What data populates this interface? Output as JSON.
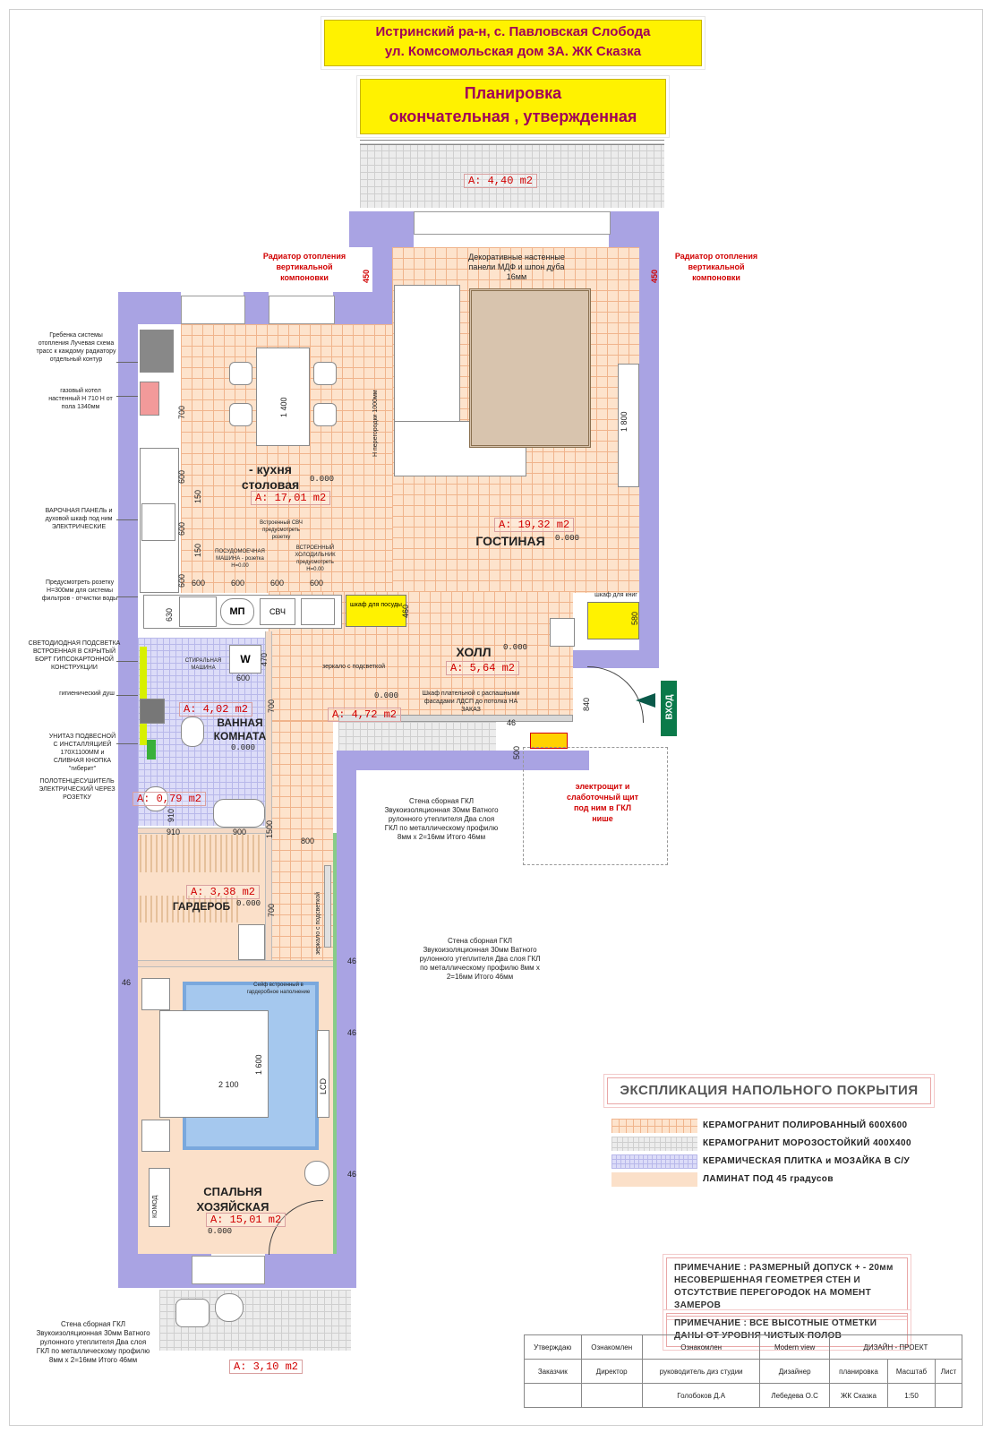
{
  "header": {
    "address_line1": "Истринский ра-н, с. Павловская Слобода",
    "address_line2": "ул. Комсомольская дом 3А. ЖК Сказка",
    "plan_title_line1": "Планировка",
    "plan_title_line2": "окончательная , утвержденная"
  },
  "rooms": {
    "balcony_top_area": "A: 4,40 m2",
    "kitchen_name_line1": "- кухня",
    "kitchen_name_line2": "столовая",
    "kitchen_area": "A: 17,01 m2",
    "kitchen_mark": "0.000",
    "living_name": "ГОСТИНАЯ",
    "living_area": "A: 19,32 m2",
    "living_mark": "0.000",
    "hall_name": "ХОЛЛ",
    "hall_area": "A: 5,64 m2",
    "hall_mark": "0.000",
    "corridor_area": "A: 4,72 m2",
    "corridor_mark": "0.000",
    "bath_name_line1": "ВАННАЯ",
    "bath_name_line2": "КОМНАТА",
    "bath_area": "A: 4,02 m2",
    "bath_mark": "0.000",
    "wc_area": "A: 0,79 m2",
    "wardrobe_name": "ГАРДЕРОБ",
    "wardrobe_area": "A: 3,38 m2",
    "wardrobe_mark": "0.000",
    "bedroom_name_line1": "СПАЛЬНЯ",
    "bedroom_name_line2": "ХОЗЯЙСКАЯ",
    "bedroom_area": "A: 15,01 m2",
    "bedroom_mark": "0.000",
    "balcony_bottom_area": "A: 3,10 m2"
  },
  "notes": {
    "radiator_left": "Радиатор отопления вертикальной компоновки",
    "radiator_right": "Радиатор отопления вертикальной компоновки",
    "decor_panels": "Декоративные настенные панели МДФ и шпон дуба 16мм",
    "manifold": "Гребенка системы отопления Лучевая схема трасс к каждому радиатору отдельный контур",
    "boiler": "газовый котел настенный Н 710 Н от пола 1340мм",
    "hob": "ВАРОЧНАЯ ПАНЕЛЬ и духовой шкаф под ним ЭЛЕКТРИЧЕСКИЕ",
    "filter_socket": "Предусмотреть розетку Н=300мм для системы фильтров - отчистки воды",
    "led": "СВЕТОДИОДНАЯ ПОДСВЕТКА ВСТРОЕННАЯ В СКРЫТЫЙ БОРТ ГИПСОКАРТОННОЙ КОНСТРУКЦИИ",
    "hygienic_shower": "гигиенический душ",
    "toilet": "УНИТАЗ ПОДВЕСНОЙ С ИНСТАЛЛЯЦИЕЙ 170Х1100ММ и СЛИВНАЯ КНОПКА \"гиберит\"",
    "towel_dryer": "ПОЛОТЕНЦЕСУШИТЕЛЬ ЭЛЕКТРИЧЕСКИЙ ЧЕРЕЗ РОЗЕТКУ",
    "microwave": "Встроенный СВЧ предусмотреть розетку",
    "dishwasher": "ПОСУДОМОЕЧНАЯ МАШИНА - розетка Н=0.00",
    "fridge": "ВСТРОЕННЫЙ ХОЛОДИЛЬНИК предусмотреть Н=0.00",
    "partition_height": "Н перегородки 1000мм",
    "dish_cabinet": "шкаф для посуды",
    "book_cabinet": "шкаф для книг",
    "washing_machine": "СТИРАЛЬНАЯ МАШИНА",
    "mirror_lit": "зеркало с подсветкой",
    "hall_wardrobe": "Шкаф плательной с распашными фасадами ЛДСП до потолка НА ЗАКАЗ",
    "electrical": "электрощит и слаботочный щит под ним в ГКЛ нише",
    "wall_gkl_1": "Стена сборная ГКЛ Звукоизоляционная 30мм Ватного рулонного утеплителя Два слоя ГКЛ по металлическому профилю 8мм х 2=16мм Итого 46мм",
    "wall_gkl_2": "Стена сборная ГКЛ Звукоизоляционная 30мм Ватного рулонного утеплителя Два слоя ГКЛ по металлическому профилю 8мм х 2=16мм Итого 46мм",
    "wall_gkl_3": "Стена сборная ГКЛ Звукоизоляционная 30мм Ватного рулонного утеплителя Два слоя ГКЛ по металлическому профилю 8мм х 2=16мм Итого 46мм",
    "safe": "Сейф встроенный в гардеробное наполнение",
    "mirror_lit_vertical": "зеркало с подсветкой",
    "entrance": "ВХОД"
  },
  "labels": {
    "mp": "МП",
    "svch": "СВЧ",
    "w": "W",
    "lcd": "LCD",
    "komod": "КОМОД"
  },
  "dims": {
    "d450a": "450",
    "d450b": "450",
    "d1400": "1 400",
    "d700a": "700",
    "d1800": "1 800",
    "d600a": "600",
    "d600b": "600",
    "d600c": "600",
    "d600d": "600",
    "d600e": "600",
    "d600f": "600",
    "d600g": "600",
    "d150a": "150",
    "d150b": "150",
    "d630": "630",
    "d460": "460",
    "d580": "580",
    "d470": "470",
    "d600w": "600",
    "d700b": "700",
    "d840": "840",
    "d46a": "46",
    "d500": "500",
    "d910a": "910",
    "d910b": "910",
    "d900": "900",
    "d1500": "1500",
    "d800": "800",
    "d700c": "700",
    "d46b": "46",
    "d46c": "46",
    "d46d": "46",
    "d46e": "46",
    "d1600": "1 600",
    "d2100": "2 100"
  },
  "legend": {
    "title": "ЭКСПЛИКАЦИЯ НАПОЛЬНОГО ПОКРЫТИЯ",
    "items": [
      {
        "label": "КЕРАМОГРАНИТ ПОЛИРОВАННЫЙ 600Х600",
        "color": "#fde3cc"
      },
      {
        "label": "КЕРАМОГРАНИТ МОРОЗОСТОЙКИЙ 400Х400",
        "color": "#ececec"
      },
      {
        "label": "КЕРАМИЧЕСКАЯ ПЛИТКА и МОЗАЙКА В С/У",
        "color": "#dcdcf8"
      },
      {
        "label": "ЛАМИНАТ ПОД 45 градусов",
        "color": "#fbe0c9"
      }
    ]
  },
  "remarks": {
    "tolerance": "ПРИМЕЧАНИЕ : РАЗМЕРНЫЙ ДОПУСК + - 20мм НЕСОВЕРШЕННАЯ ГЕОМЕТРЕЯ СТЕН И ОТСУТСТВИЕ ПЕРЕГОРОДОК НА МОМЕНТ ЗАМЕРОВ",
    "heights": "ПРИМЕЧАНИЕ : ВСЕ ВЫСОТНЫЕ ОТМЕТКИ ДАНЫ ОТ УРОВНЯ ЧИСТЫХ ПОЛОВ"
  },
  "stamp": {
    "r1": [
      "Утверждаю",
      "Ознакомлен",
      "Ознакомлен",
      "Modern view",
      "ДИЗАЙН - ПРОЕКТ"
    ],
    "r2": [
      "Заказчик",
      "Директор",
      "руководитель диз студии",
      "Дизайнер",
      "планировка",
      "Масштаб",
      "Лист"
    ],
    "r3": [
      "",
      "",
      "Голобоков Д.А",
      "Лебедева О.С",
      "ЖК Сказка",
      "1:50",
      ""
    ]
  }
}
